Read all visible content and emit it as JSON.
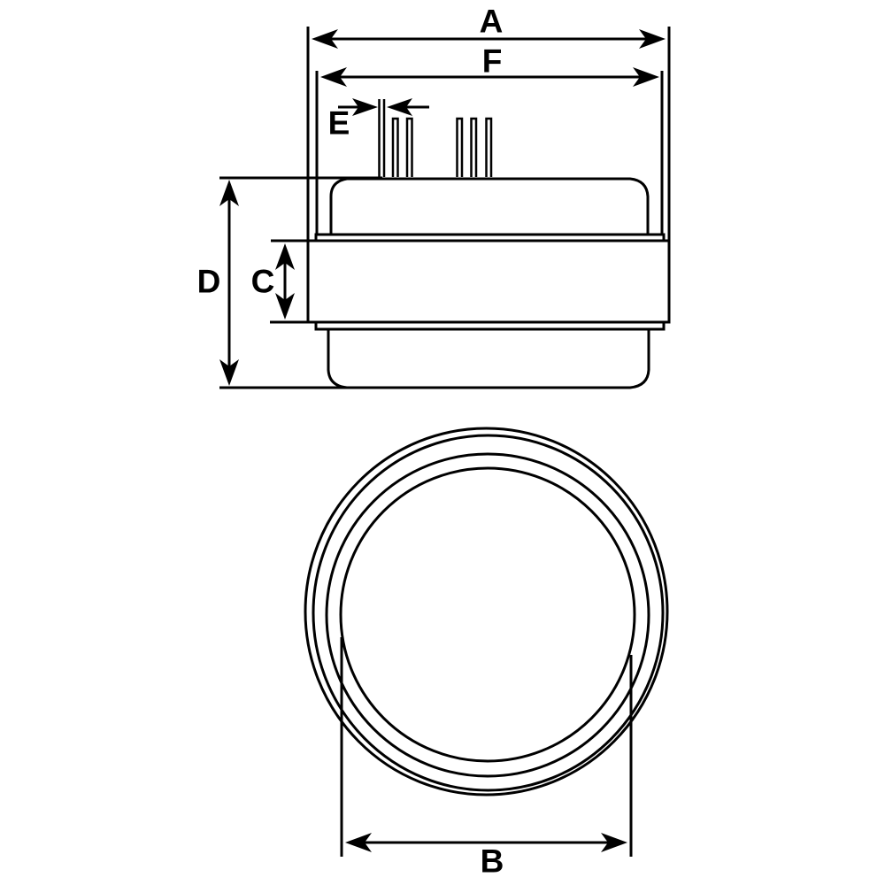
{
  "drawing": {
    "subject": "alternator-regulator-housing",
    "views": [
      "side-view",
      "bottom-view"
    ],
    "line_color": "#000000",
    "background_color": "#ffffff"
  },
  "dimensions": {
    "A": {
      "label": "A",
      "orientation": "horizontal",
      "meaning": "overall width"
    },
    "F": {
      "label": "F",
      "orientation": "horizontal",
      "meaning": "flange width"
    },
    "E": {
      "label": "E",
      "orientation": "horizontal",
      "meaning": "pin width"
    },
    "D": {
      "label": "D",
      "orientation": "vertical",
      "meaning": "overall height"
    },
    "C": {
      "label": "C",
      "orientation": "vertical",
      "meaning": "band height"
    },
    "B": {
      "label": "B",
      "orientation": "horizontal",
      "meaning": "inner diameter"
    }
  },
  "side_view": {
    "pins": {
      "count": 6,
      "groups": [
        3,
        3
      ]
    }
  },
  "bottom_view": {
    "rings": 4
  }
}
